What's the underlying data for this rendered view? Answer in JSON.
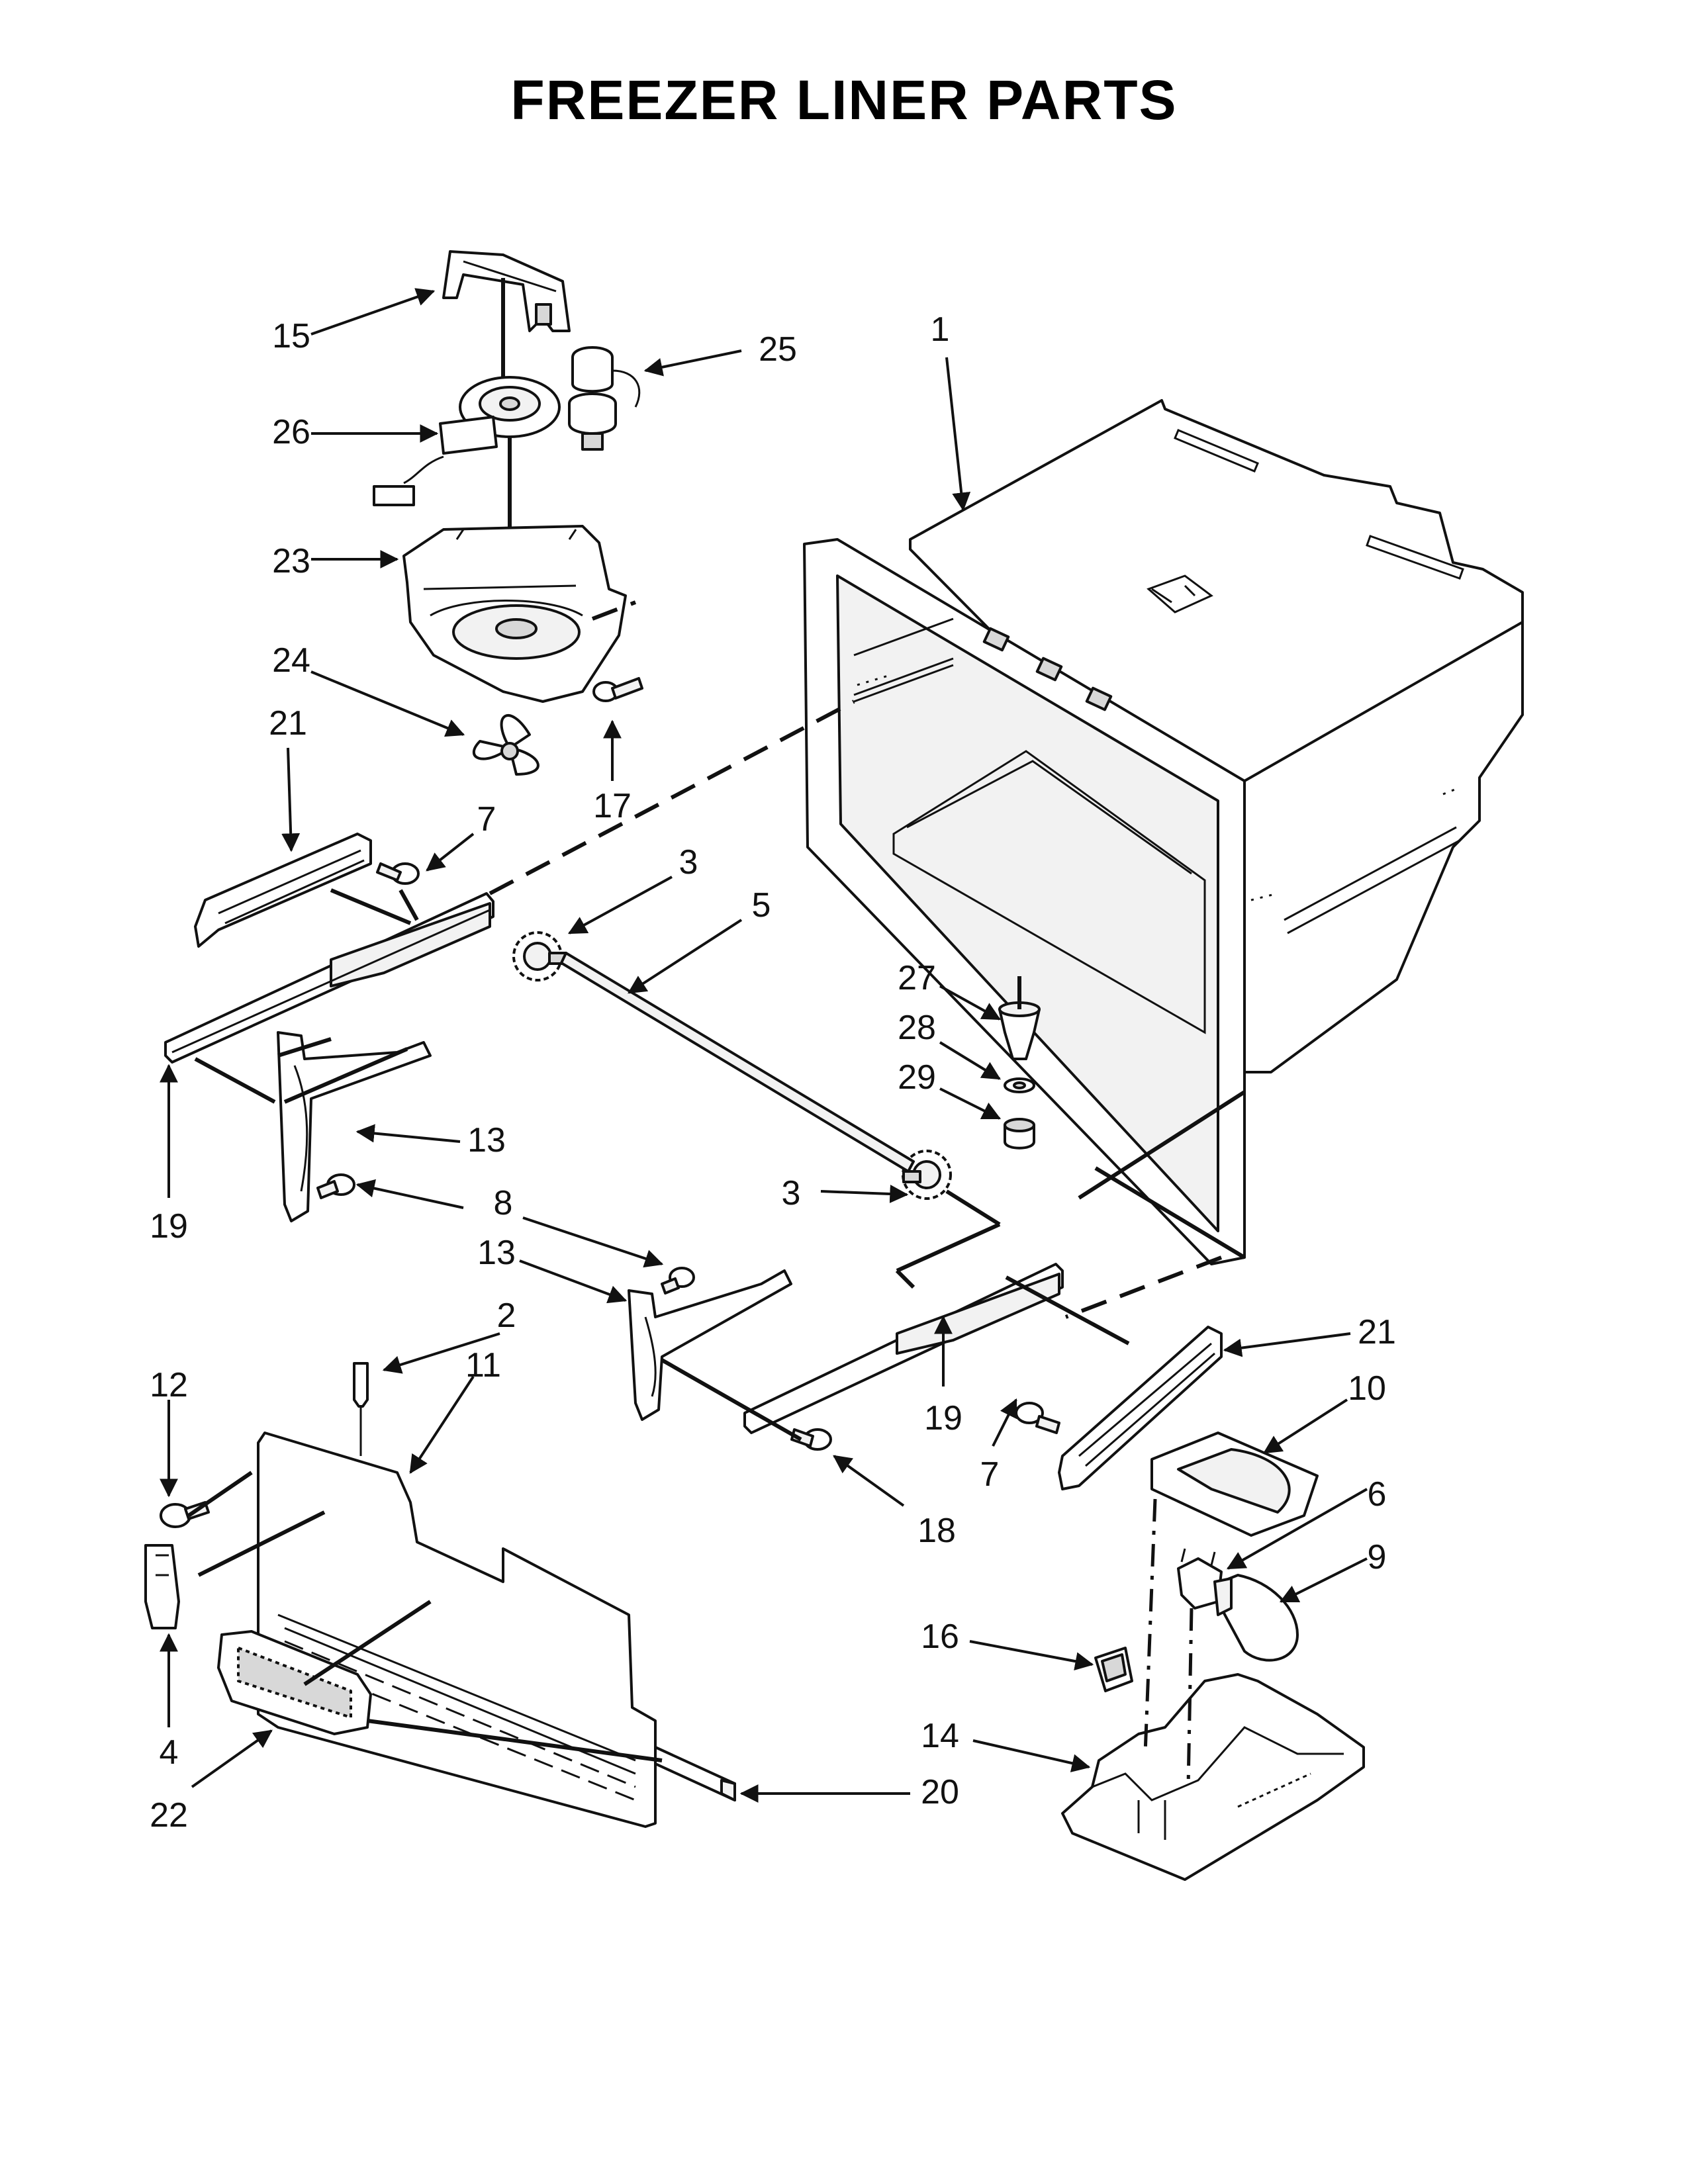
{
  "title": "FREEZER LINER PARTS",
  "callouts": [
    {
      "id": "c1",
      "label": "1"
    },
    {
      "id": "c2",
      "label": "2"
    },
    {
      "id": "c3a",
      "label": "3"
    },
    {
      "id": "c3b",
      "label": "3"
    },
    {
      "id": "c4",
      "label": "4"
    },
    {
      "id": "c5",
      "label": "5"
    },
    {
      "id": "c6",
      "label": "6"
    },
    {
      "id": "c7a",
      "label": "7"
    },
    {
      "id": "c7b",
      "label": "7"
    },
    {
      "id": "c8",
      "label": "8"
    },
    {
      "id": "c9",
      "label": "9"
    },
    {
      "id": "c10",
      "label": "10"
    },
    {
      "id": "c11",
      "label": "11"
    },
    {
      "id": "c12",
      "label": "12"
    },
    {
      "id": "c13a",
      "label": "13"
    },
    {
      "id": "c13b",
      "label": "13"
    },
    {
      "id": "c14",
      "label": "14"
    },
    {
      "id": "c15",
      "label": "15"
    },
    {
      "id": "c16",
      "label": "16"
    },
    {
      "id": "c17",
      "label": "17"
    },
    {
      "id": "c18",
      "label": "18"
    },
    {
      "id": "c19a",
      "label": "19"
    },
    {
      "id": "c19b",
      "label": "19"
    },
    {
      "id": "c20",
      "label": "20"
    },
    {
      "id": "c21a",
      "label": "21"
    },
    {
      "id": "c21b",
      "label": "21"
    },
    {
      "id": "c22",
      "label": "22"
    },
    {
      "id": "c23",
      "label": "23"
    },
    {
      "id": "c24",
      "label": "24"
    },
    {
      "id": "c25",
      "label": "25"
    },
    {
      "id": "c26",
      "label": "26"
    },
    {
      "id": "c27",
      "label": "27"
    },
    {
      "id": "c28",
      "label": "28"
    },
    {
      "id": "c29",
      "label": "29"
    }
  ]
}
